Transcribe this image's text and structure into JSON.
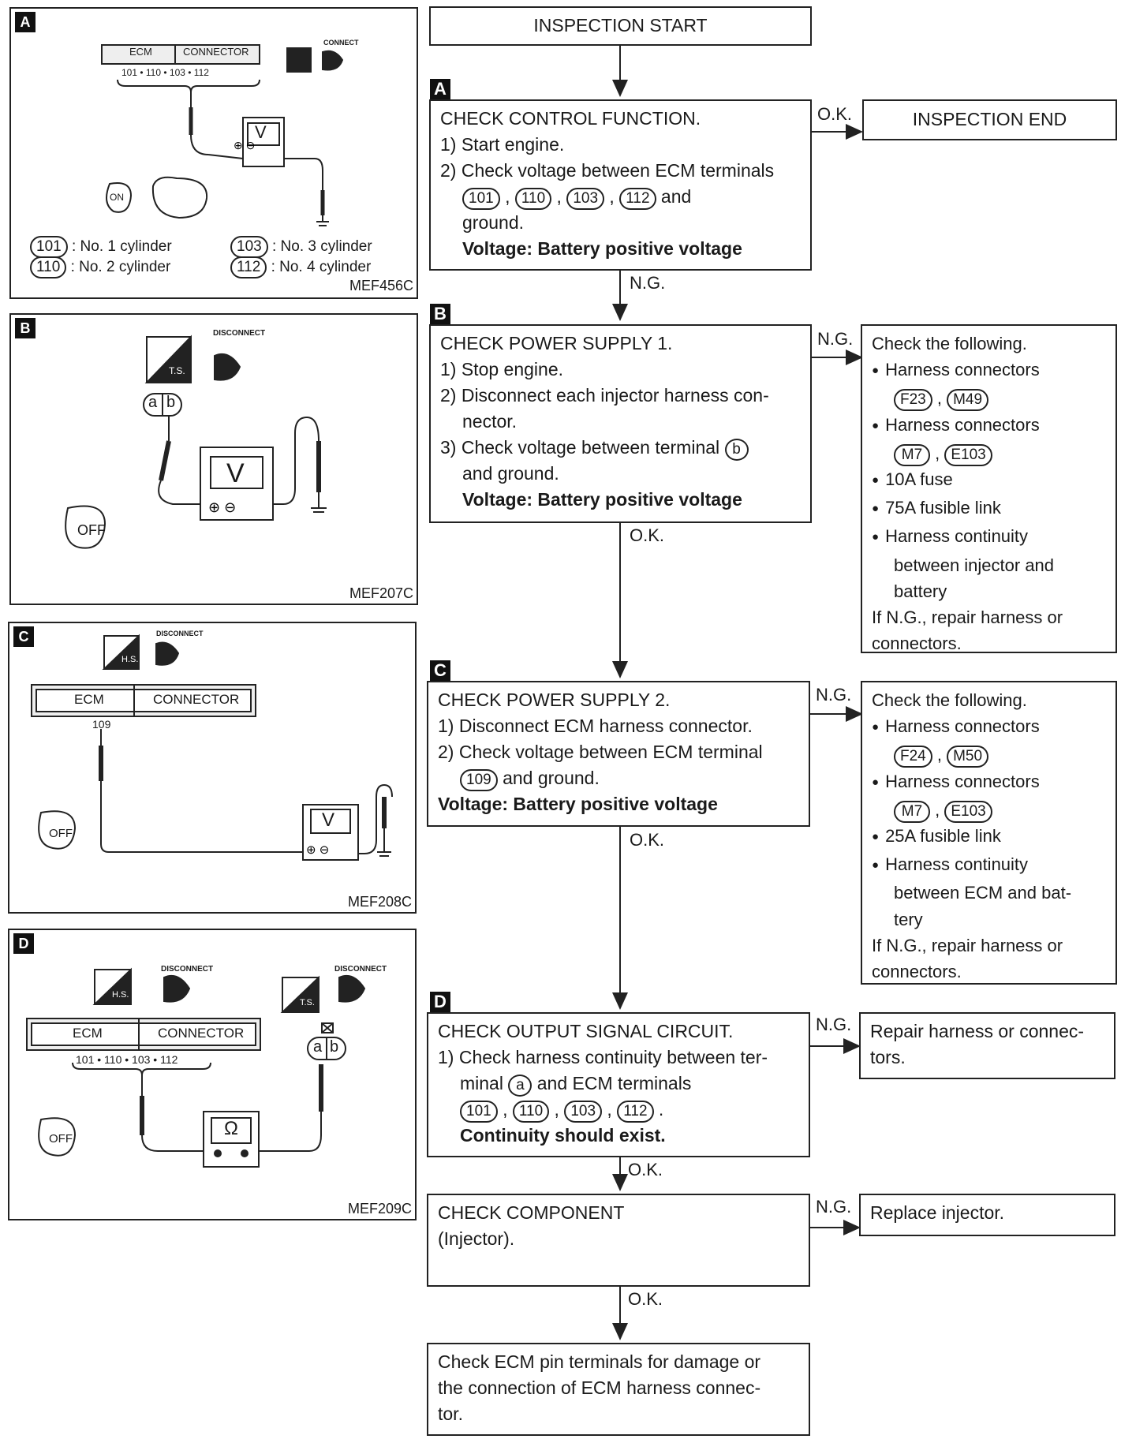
{
  "flow": {
    "start": "INSPECTION START",
    "end": "INSPECTION END",
    "step_a": {
      "tag": "A",
      "title": "CHECK CONTROL FUNCTION.",
      "l1": "1) Start engine.",
      "l2": "2) Check voltage between ECM terminals",
      "t1": "101",
      "t2": "110",
      "t3": "103",
      "t4": "112",
      "l3_tail": "and",
      "l4": "ground.",
      "spec": "Voltage: Battery positive voltage"
    },
    "step_b": {
      "tag": "B",
      "title": "CHECK POWER SUPPLY 1.",
      "l1": "1) Stop engine.",
      "l2": "2) Disconnect each injector harness con-",
      "l3": "nector.",
      "l4": "3) Check voltage between terminal",
      "term": "b",
      "l5": "and ground.",
      "spec": "Voltage: Battery positive voltage"
    },
    "step_b_ng": {
      "head": "Check the following.",
      "i1": "Harness connectors",
      "c1": "F23",
      "c2": "M49",
      "i2": "Harness connectors",
      "c3": "M7",
      "c4": "E103",
      "i3": "10A fuse",
      "i4": "75A fusible link",
      "i5a": "Harness continuity",
      "i5b": "between injector and",
      "i5c": "battery",
      "t1": "If N.G., repair harness or",
      "t2": "connectors."
    },
    "step_c": {
      "tag": "C",
      "title": "CHECK POWER SUPPLY 2.",
      "l1": "1) Disconnect ECM harness connector.",
      "l2": "2) Check voltage between ECM terminal",
      "term": "109",
      "l3": "and ground.",
      "spec": "Voltage: Battery positive voltage"
    },
    "step_c_ng": {
      "head": "Check the following.",
      "i1": "Harness connectors",
      "c1": "F24",
      "c2": "M50",
      "i2": "Harness connectors",
      "c3": "M7",
      "c4": "E103",
      "i3": "25A fusible link",
      "i4a": "Harness continuity",
      "i4b": "between ECM and bat-",
      "i4c": "tery",
      "t1": "If N.G., repair harness or",
      "t2": "connectors."
    },
    "step_d": {
      "tag": "D",
      "title": "CHECK OUTPUT SIGNAL CIRCUIT.",
      "l1": "1) Check harness continuity between ter-",
      "l2a": "minal",
      "term": "a",
      "l2b": "and ECM terminals",
      "t1": "101",
      "t2": "110",
      "t3": "103",
      "t4": "112",
      "spec": "Continuity should exist."
    },
    "step_d_ng": {
      "l1": "Repair harness or connec-",
      "l2": "tors."
    },
    "comp": {
      "l1": "CHECK COMPONENT",
      "l2": "(Injector)."
    },
    "comp_ng": {
      "l1": "Replace injector."
    },
    "final": {
      "l1": "Check ECM pin terminals for damage or",
      "l2": "the connection of ECM harness connec-",
      "l3": "tor."
    },
    "labels": {
      "ok": "O.K.",
      "ng": "N.G."
    }
  },
  "figures": {
    "a": {
      "tag": "A",
      "ecm": "ECM",
      "connector": "CONNECTOR",
      "pins": "101 • 110 • 103 • 112",
      "meter": "V",
      "leg1_code": "101",
      "leg1_text": ": No. 1 cylinder",
      "leg2_code": "110",
      "leg2_text": ": No. 2 cylinder",
      "leg3_code": "103",
      "leg3_text": ": No. 3 cylinder",
      "leg4_code": "112",
      "leg4_text": ": No. 4 cylinder",
      "code": "MEF456C",
      "key": "ON",
      "disconnect": "CONNECT"
    },
    "b": {
      "tag": "B",
      "disconnect": "DISCONNECT",
      "ts": "T.S.",
      "term_a": "a",
      "term_b": "b",
      "meter": "V",
      "key": "OFF",
      "code": "MEF207C"
    },
    "c": {
      "tag": "C",
      "disconnect": "DISCONNECT",
      "hs": "H.S.",
      "ecm": "ECM",
      "connector": "CONNECTOR",
      "pin": "109",
      "meter": "V",
      "key": "OFF",
      "code": "MEF208C"
    },
    "d": {
      "tag": "D",
      "disconnect1": "DISCONNECT",
      "disconnect2": "DISCONNECT",
      "hs": "H.S.",
      "ts": "T.S.",
      "ecm": "ECM",
      "connector": "CONNECTOR",
      "pins": "101 • 110 • 103 • 112",
      "term_a": "a",
      "term_b": "b",
      "meter": "Ω",
      "key": "OFF",
      "code": "MEF209C"
    }
  }
}
